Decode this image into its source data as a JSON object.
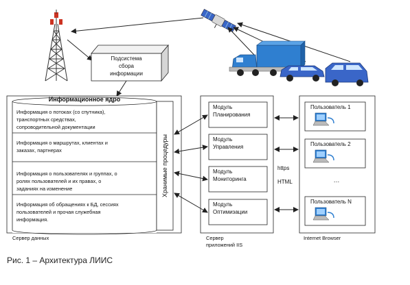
{
  "subsystem": {
    "lines": [
      "Подсистема",
      "сбора",
      "информации"
    ]
  },
  "core": {
    "title": "Информационное ядро",
    "blocks": [
      {
        "lines": [
          "Информация о потоках (со спутника),",
          "транспортных средствах,",
          "сопроводительной документации"
        ]
      },
      {
        "lines": [
          "Информация о маршрутах, клиентах и",
          "заказах, партнерах"
        ]
      },
      {
        "lines": [
          "Информация о пользователях и группах, о",
          "ролях пользователей и их правах, о",
          "заданиях на изменение"
        ]
      },
      {
        "lines": [
          "Информация об обращениях к БД, сессиях",
          "пользователей и прочая служебная",
          "информация."
        ]
      }
    ],
    "procedures": "Хранимые процедуры"
  },
  "modules": [
    {
      "lines": [
        "Модуль",
        "Планирования"
      ]
    },
    {
      "lines": [
        "Модуль",
        "Управления"
      ]
    },
    {
      "lines": [
        "Модуль",
        "Мониторинга"
      ]
    },
    {
      "lines": [
        "Модуль",
        "Оптимизации"
      ]
    }
  ],
  "protocols": {
    "https": "https",
    "html": "HTML"
  },
  "users": [
    {
      "label": "Пользователь 1"
    },
    {
      "label": "Пользователь 2"
    },
    {
      "label": "Пользователь N"
    }
  ],
  "ellipsis": "…",
  "footers": {
    "db": "Сервер данных",
    "app": [
      "Сервер",
      "приложений IIS"
    ],
    "browser": "Internet Browser"
  },
  "caption": "Рис. 1 – Архитектура ЛИИС",
  "colors": {
    "truck": "#2f7fd0",
    "car": "#3a66c8",
    "line": "#222222"
  }
}
